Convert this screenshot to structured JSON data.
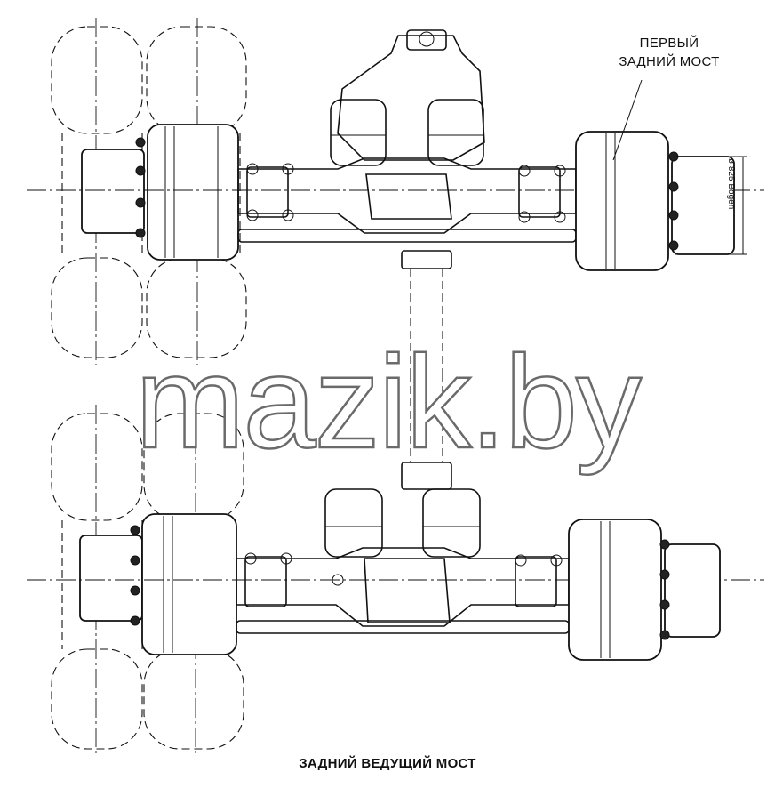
{
  "callout": {
    "line1": "ПЕРВЫЙ",
    "line2": "ЗАДНИЙ МОСТ"
  },
  "dimension": {
    "label": "ø 825 Bogen"
  },
  "watermark": {
    "text": "mazik.by"
  },
  "caption": {
    "text": "ЗАДНИЙ ВЕДУЩИЙ МОСТ"
  }
}
